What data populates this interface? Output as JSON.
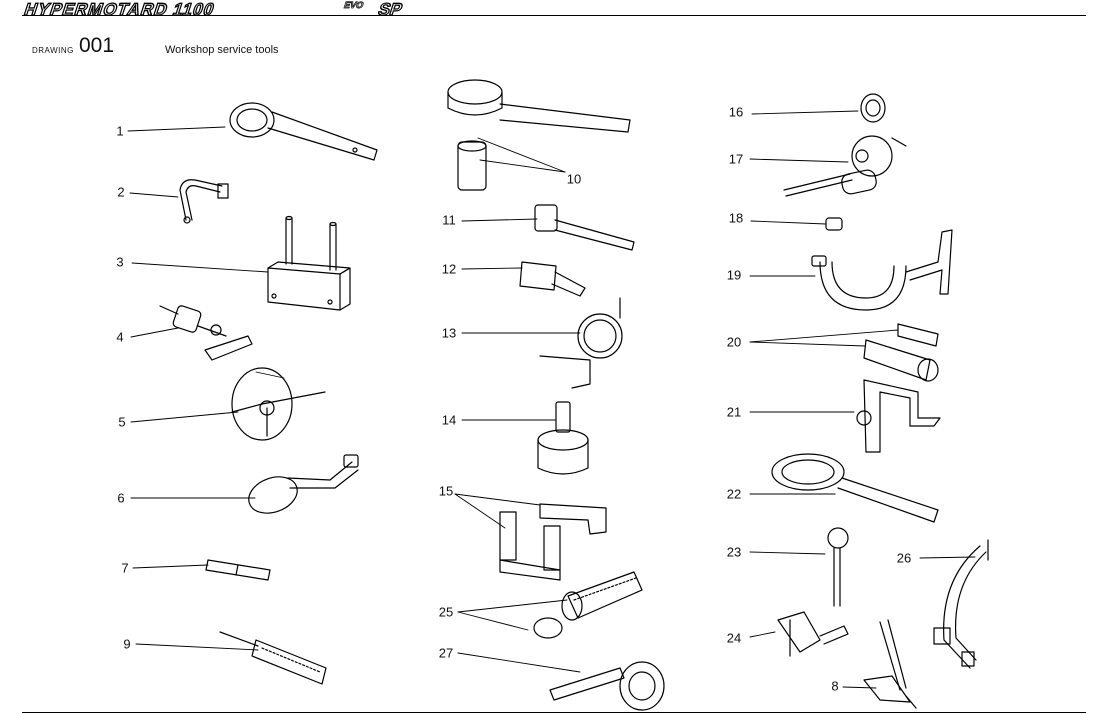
{
  "header": {
    "brand_main": "HYPERMOTARD 1100",
    "brand_super": "EVO",
    "brand_tail": "SP",
    "drawing_label": "DRAWING",
    "drawing_number": "001",
    "drawing_title": "Workshop service tools"
  },
  "callouts": [
    "1",
    "2",
    "3",
    "4",
    "5",
    "6",
    "7",
    "9",
    "10",
    "11",
    "12",
    "13",
    "14",
    "15",
    "25",
    "27",
    "16",
    "17",
    "18",
    "19",
    "20",
    "21",
    "22",
    "23",
    "24",
    "26",
    "8"
  ]
}
